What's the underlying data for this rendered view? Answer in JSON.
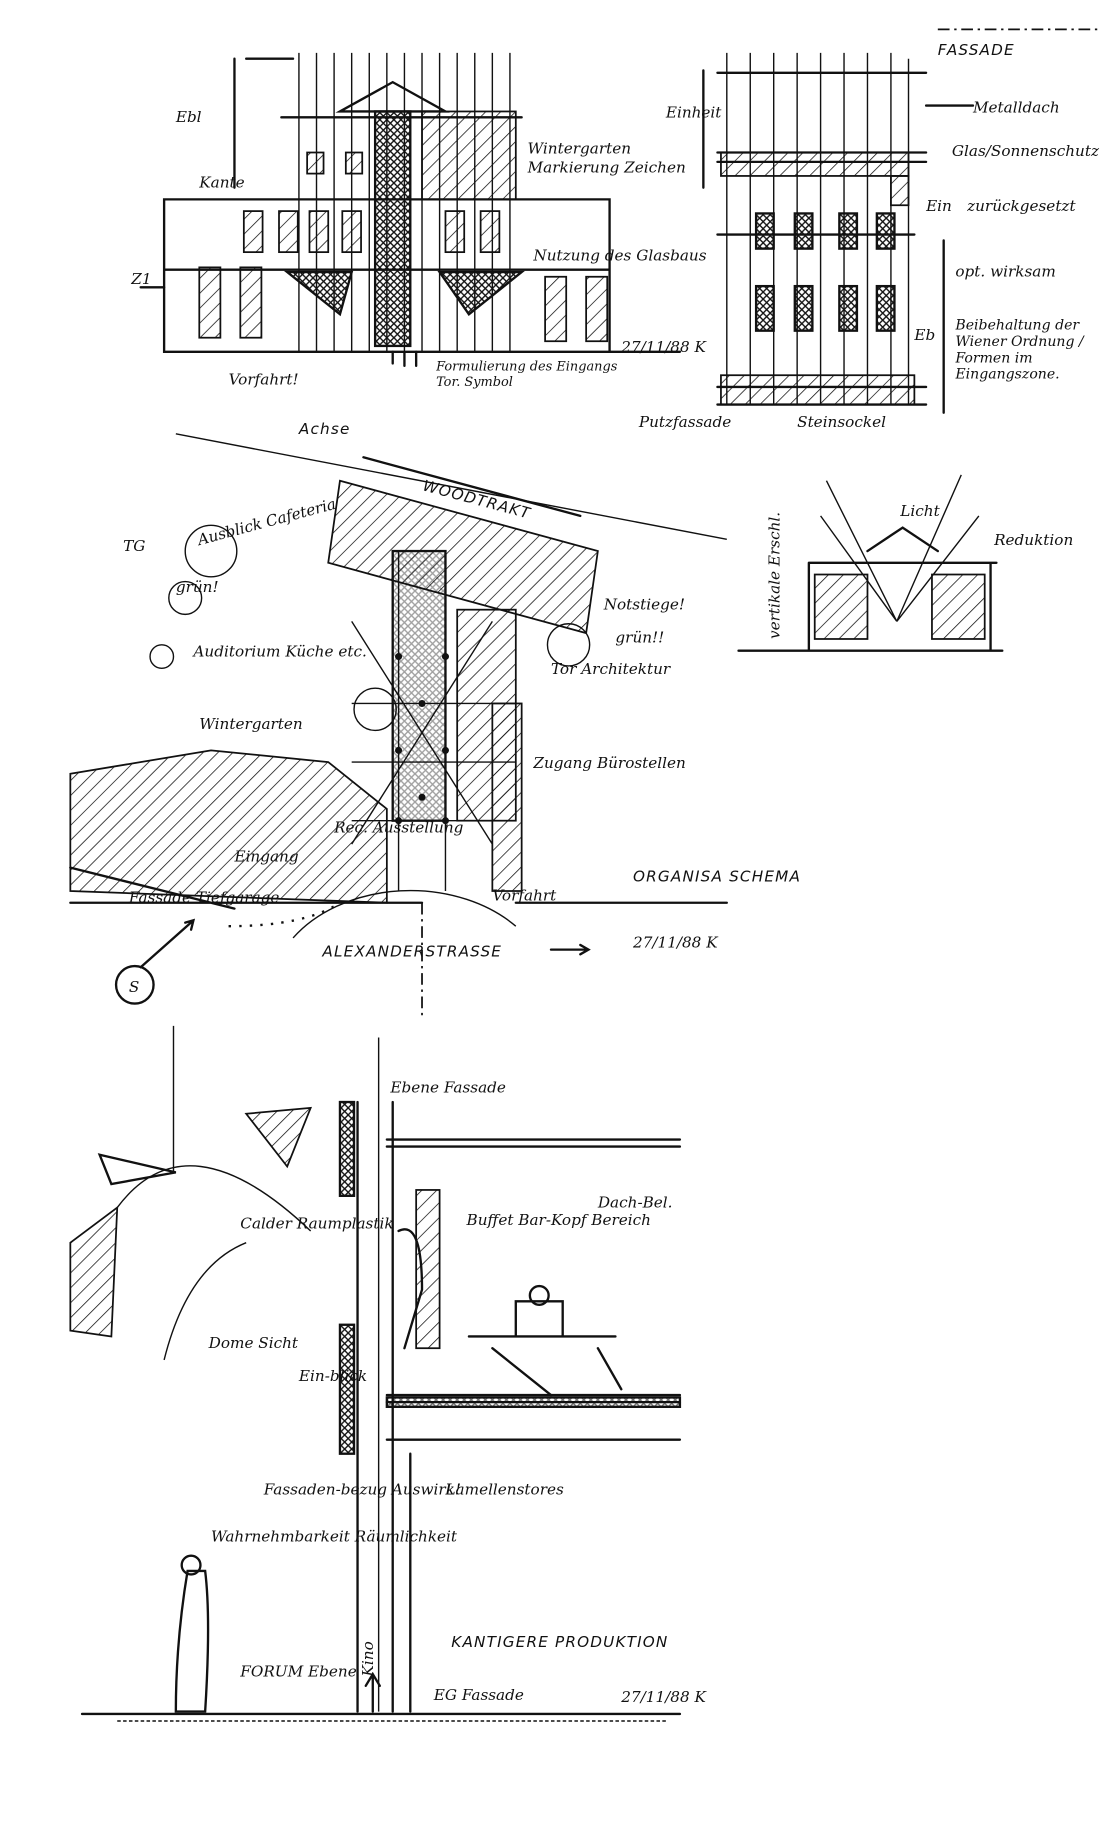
{
  "sheet_top": {
    "title": "FASSADE",
    "left_elevation_labels": [
      "Ebl",
      "Kante",
      "Z1",
      "Wintergarten Markierung Zeichen",
      "Nutzung des Glasbaus",
      "Vorfahrt!",
      "Formulierung des Eingangs Tor. Symbol"
    ],
    "right_elevation_labels": [
      "Einheit",
      "Metalldach",
      "Glas/Sonnenschutz",
      "Ein",
      "zurückgesetzt",
      "opt. wirksam",
      "Beibehaltung der Wiener Ordnung / Formen im Eingangszone.",
      "Putzfassade",
      "Steinsockel",
      "Eb"
    ],
    "date_stamp": "27/11/88 K"
  },
  "sheet_middle": {
    "plan_labels": [
      "Achse",
      "WOODTRAKT",
      "Ausblick Cafeteria",
      "grün!",
      "TG",
      "Auditorium Küche etc.",
      "Notstiege!",
      "grün!!",
      "Tor Architektur",
      "Wintergarten",
      "Zugang Bürostellen",
      "Rec. Ausstellung",
      "Eingang",
      "Fassade Tiefgarage",
      "Vorfahrt",
      "ORGANISA SCHEMA",
      "ALEXANDERSTRASSE",
      "S"
    ],
    "date_stamp": "27/11/88 K",
    "section_labels": [
      "Licht",
      "Reduktion",
      "vertikale Erschl."
    ]
  },
  "sheet_bottom": {
    "section_labels": [
      "Ebene Fassade",
      "Calder Raumplastik",
      "Buffet Bar-Kopf Bereich",
      "Dach-Bel.",
      "Dome Sicht",
      "Ein-blick",
      "Fassaden-bezug Auswirk!",
      "Wahrnehmbarkeit Räumlichkeit",
      "Lamellenstores",
      "KANTIGERE PRODUKTION",
      "Kino",
      "FORUM Ebene",
      "EG Fassade"
    ],
    "date_stamp": "27/11/88 K"
  }
}
